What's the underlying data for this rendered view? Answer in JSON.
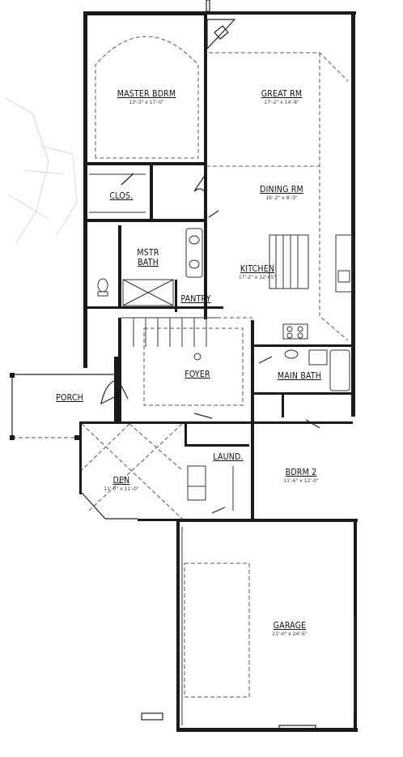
{
  "rooms": {
    "master_bdrm": {
      "name": "MASTER BDRM",
      "dim": "13'-3\" x 17'-0\""
    },
    "great_rm": {
      "name": "GREAT RM",
      "dim": "17'-2\" x 14'-8\""
    },
    "dining_rm": {
      "name": "DINING RM",
      "dim": "16'-2\" x 8'-3\""
    },
    "closet": {
      "name": "CLOS."
    },
    "mstr_bath": {
      "name1": "MSTR",
      "name2": "BATH"
    },
    "kitchen": {
      "name": "KITCHEN",
      "dim": "17'-2\" x 12'+5\""
    },
    "pantry": {
      "name": "PANTRY"
    },
    "foyer": {
      "name": "FOYER"
    },
    "main_bath": {
      "name": "MAIN BATH"
    },
    "porch": {
      "name": "PORCH"
    },
    "laund": {
      "name": "LAUND."
    },
    "bdrm2": {
      "name": "BDRM 2",
      "dim": "11'-6\" x 12'-0\""
    },
    "den": {
      "name": "DEN",
      "dim": "11'-0\" x 11'-0\""
    },
    "garage": {
      "name": "GARAGE",
      "dim": "21'-0\" x 24'-6\""
    }
  }
}
